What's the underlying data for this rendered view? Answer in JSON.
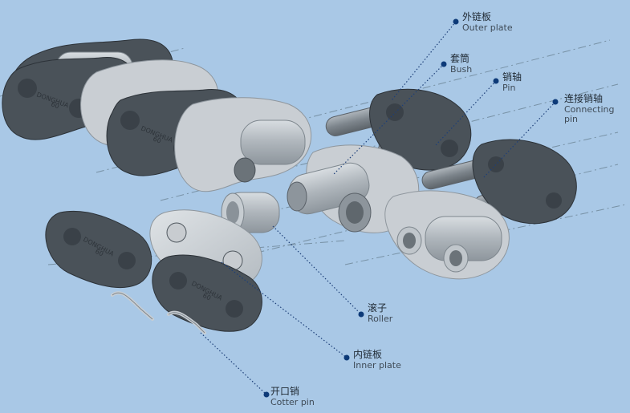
{
  "diagram": {
    "labels": {
      "outer_plate": {
        "zh": "外链板",
        "en": "Outer plate"
      },
      "bush": {
        "zh": "套筒",
        "en": "Bush"
      },
      "pin": {
        "zh": "销轴",
        "en": "Pin"
      },
      "connecting_pin": {
        "zh": "连接销轴",
        "en": "Connecting pin"
      },
      "roller": {
        "zh": "滚子",
        "en": "Roller"
      },
      "inner_plate": {
        "zh": "内链板",
        "en": "Inner plate"
      },
      "cotter_pin": {
        "zh": "开口销",
        "en": "Cotter pin"
      }
    },
    "plate_marking": {
      "brand": "DONGHUA",
      "size": "60"
    },
    "colors": {
      "background": "#a9c8e6",
      "outer_plate": "#4a5259",
      "inner_plate": "#c9ced3",
      "leader_dot": "#0d3a78"
    }
  }
}
